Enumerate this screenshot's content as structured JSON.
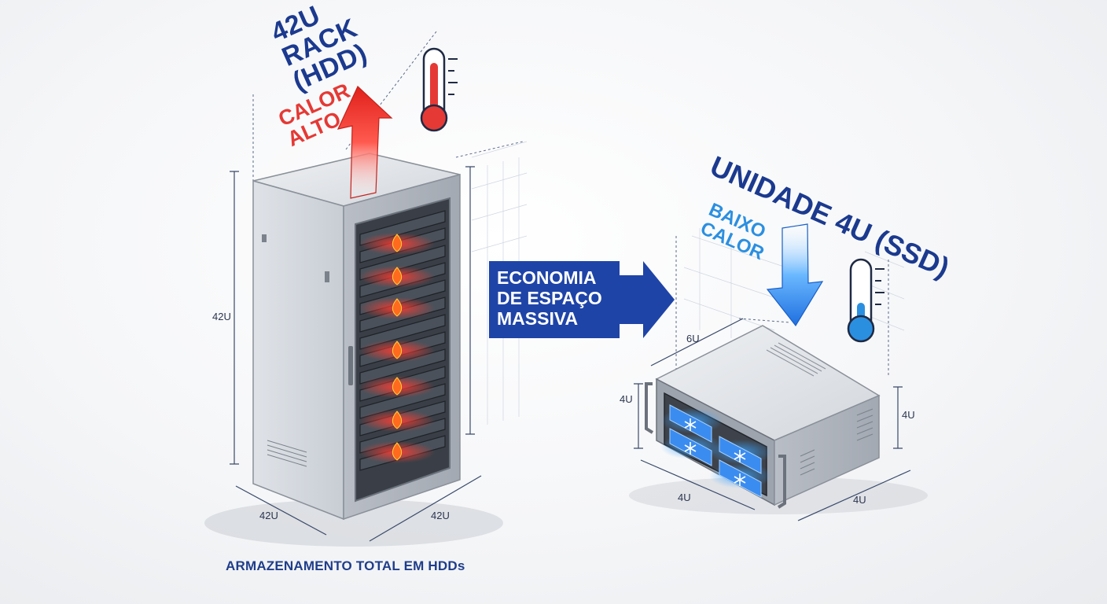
{
  "rack": {
    "title": "42U RACK (HDD)",
    "heat_label": "CALOR ALTO",
    "dim_height": "42U",
    "dim_depth": "42U",
    "dim_width": "42U",
    "bottom_caption": "ARMAZENAMENTO TOTAL EM HDDs"
  },
  "banner": {
    "text": "ECONOMIA DE ESPAÇO MASSIVA"
  },
  "ssd_unit": {
    "title": "UNIDADE 4U (SSD)",
    "heat_label": "BAIXO CALOR",
    "dim_top": "6U",
    "dim_left": "4U",
    "dim_right": "4U",
    "dim_front": "4U",
    "dim_side": "4U"
  },
  "colors": {
    "hot": "#e53935",
    "cool": "#2b8fe0",
    "brand": "#1f44a8"
  },
  "icons": [
    "thermometer-hot-icon",
    "thermometer-cold-icon",
    "flame-icon",
    "snowflake-icon",
    "heat-up-arrow-icon",
    "cool-down-arrow-icon"
  ]
}
